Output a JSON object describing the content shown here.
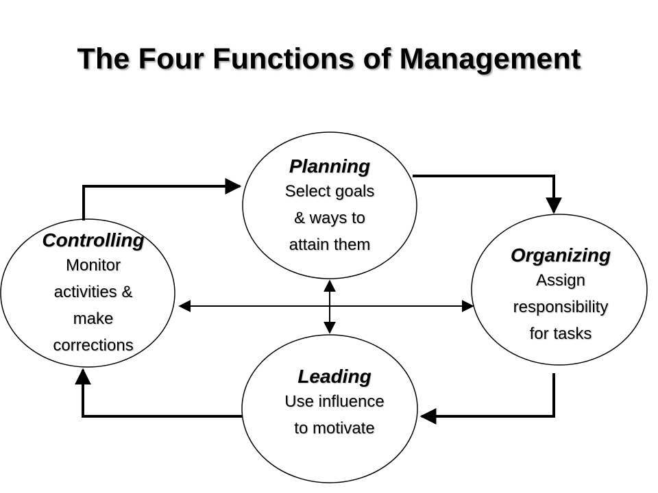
{
  "title": "The Four Functions of Management",
  "nodes": {
    "planning": {
      "head": "Planning",
      "lines": [
        "Select goals",
        "& ways to",
        "attain them"
      ]
    },
    "organizing": {
      "head": "Organizing",
      "lines": [
        "Assign",
        "responsibility",
        "for tasks"
      ]
    },
    "leading": {
      "head": "Leading",
      "lines": [
        "Use influence",
        "to motivate"
      ]
    },
    "controlling": {
      "head": "Controlling",
      "lines": [
        "Monitor",
        "activities &",
        "make",
        "corrections"
      ]
    }
  },
  "colors": {
    "line": "#000000",
    "background": "#ffffff"
  }
}
